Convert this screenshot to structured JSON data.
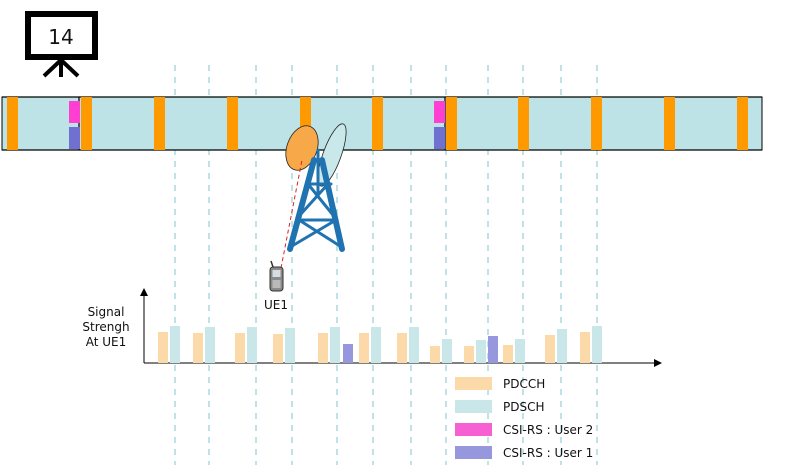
{
  "slide_number": "14",
  "ue_label": "UE1",
  "y_axis_label": [
    "Signal",
    "Strengh",
    "At UE1"
  ],
  "legend": [
    {
      "label": "PDCCH",
      "color": "#fcd9a9"
    },
    {
      "label": "PDSCH",
      "color": "#c9e6e9"
    },
    {
      "label": "CSI-RS : User 2",
      "color": "#f760d2"
    },
    {
      "label": "CSI-RS : User 1",
      "color": "#9797de"
    }
  ],
  "colors": {
    "subframe_fill": "#bde3e6",
    "pdcch": "#ff9900",
    "csi_rs_user2": "#ff3fcf",
    "csi_rs_user1": "#7070d0",
    "tower": "#1f73b0",
    "beam1": "#f7a94a",
    "beam2": "#c8e8e9",
    "ue_to_tower_link": "#dd2222",
    "guide_lines": "#7cc4cc"
  },
  "icons": [
    "presentation-board-icon",
    "cell-tower-icon",
    "mobile-phone-icon"
  ]
}
